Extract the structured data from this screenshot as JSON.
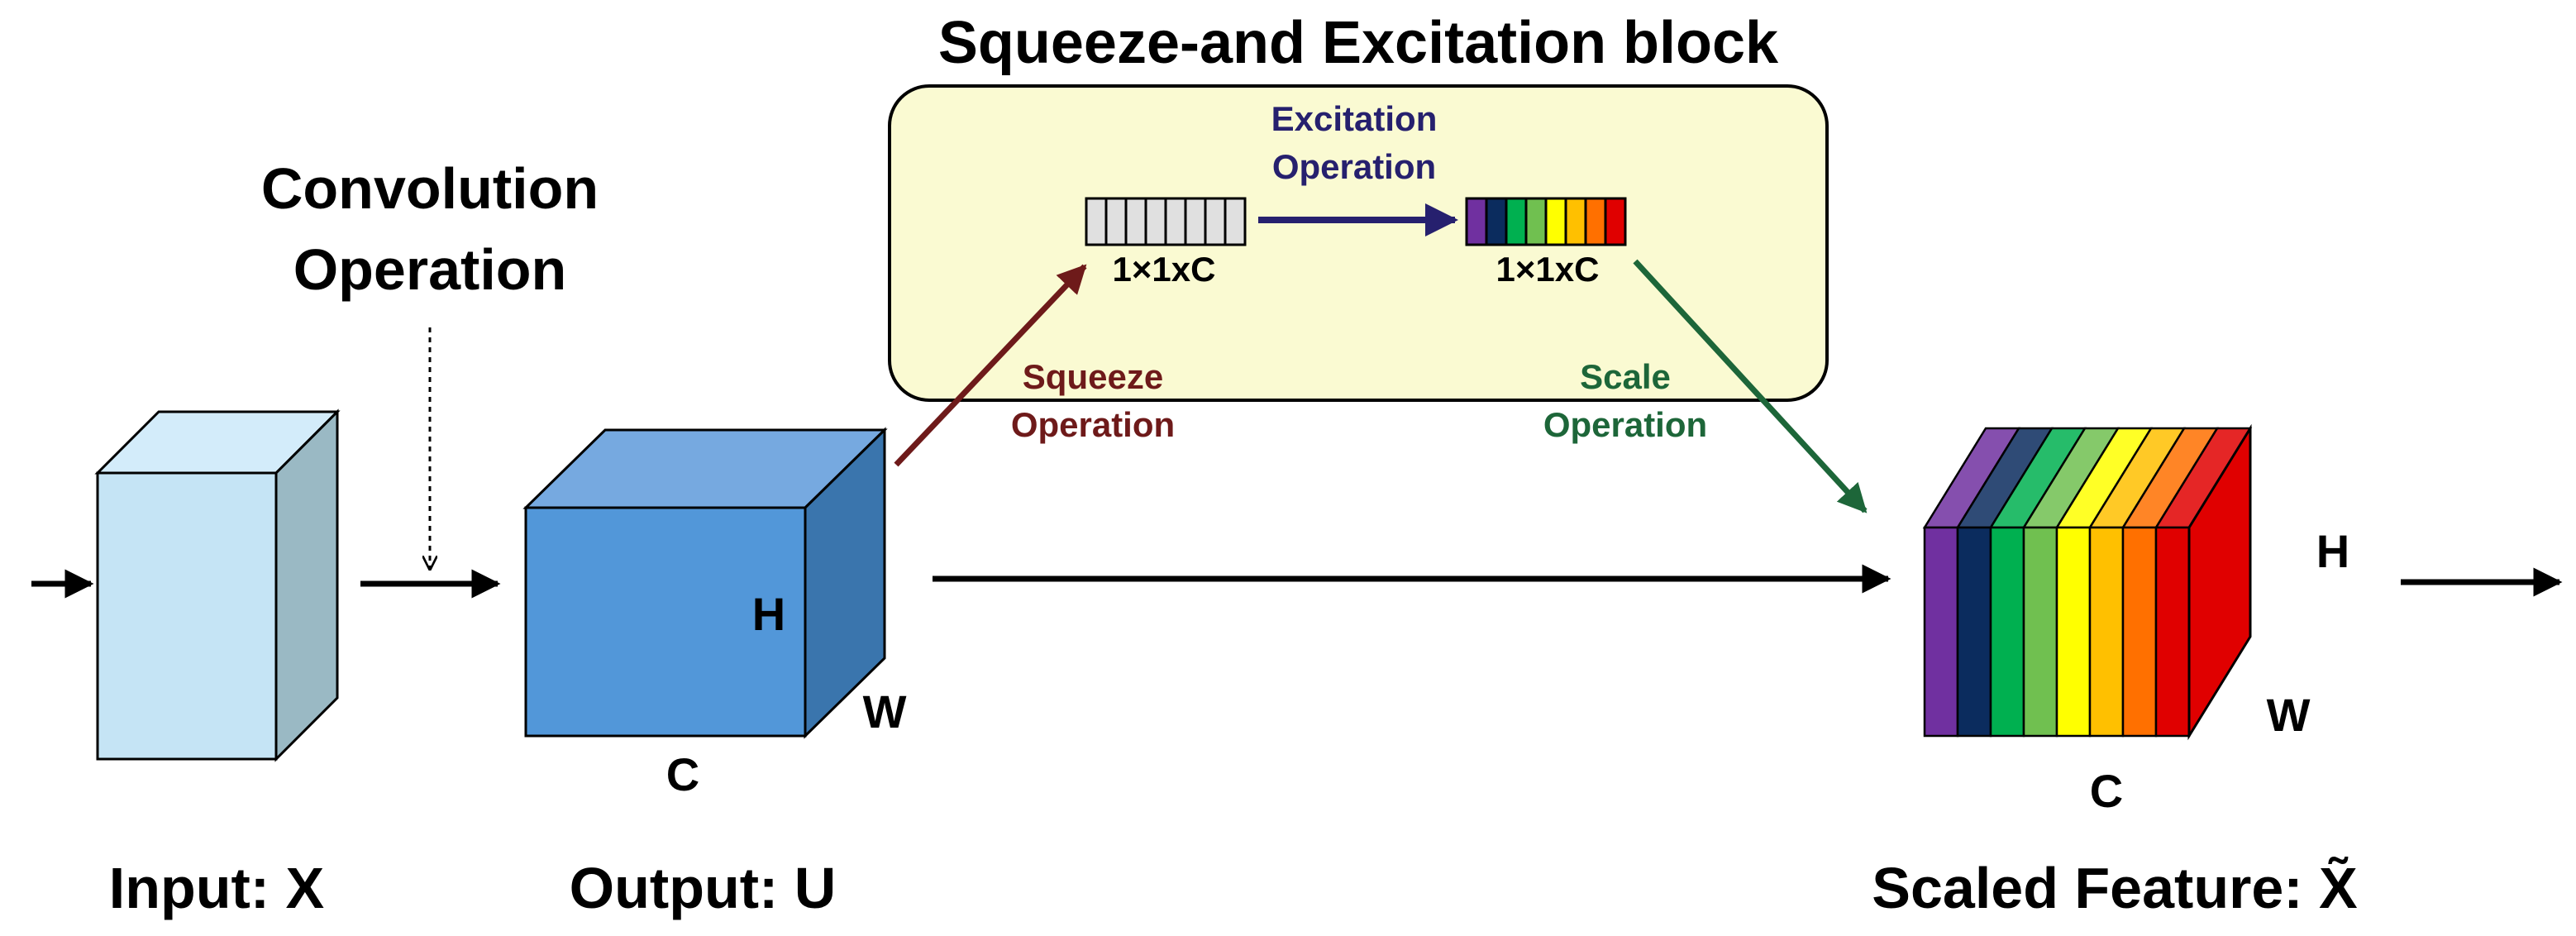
{
  "se_block": {
    "title": "Squeeze-and Excitation block",
    "excitation_line1": "Excitation",
    "excitation_line2": "Operation",
    "squeeze_line1": "Squeeze",
    "squeeze_line2": "Operation",
    "scale_line1": "Scale",
    "scale_line2": "Operation",
    "squeezed_vector_label": "1×1xC",
    "excited_vector_label": "1×1xC"
  },
  "convolution": {
    "line1": "Convolution",
    "line2": "Operation"
  },
  "input_tensor": {
    "caption": "Input: X"
  },
  "output_tensor": {
    "caption": "Output: U",
    "dim_h": "H",
    "dim_w": "W",
    "dim_c": "C"
  },
  "scaled_tensor": {
    "caption": "Scaled Feature: X̃",
    "dim_h": "H",
    "dim_w": "W",
    "dim_c": "C"
  },
  "colors": {
    "se_panel_fill": "#fafad2",
    "input_front": "#c5e4f5",
    "input_side": "#9ab9c4",
    "input_top": "#d3ecfa",
    "output_front": "#5297d9",
    "output_side": "#3a75ad",
    "output_top": "#76a9e0",
    "squeeze_arrow": "#6e1a1a",
    "excitation_arrow": "#26206e",
    "scale_arrow": "#1d6639",
    "squeezed_cell": "#e0e0e0",
    "channel_colors": [
      "#7030a0",
      "#0b2c5e",
      "#00b050",
      "#70c050",
      "#ffff00",
      "#ffc000",
      "#ff7000",
      "#e00000"
    ]
  }
}
